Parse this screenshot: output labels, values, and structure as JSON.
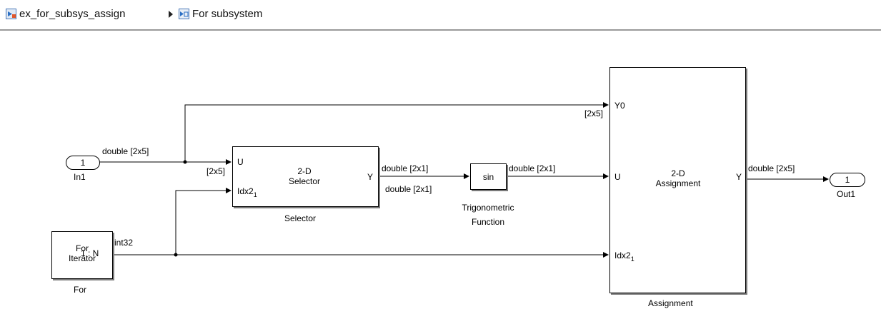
{
  "breadcrumb": {
    "model": "ex_for_subsys_assign",
    "subsystem": "For subsystem"
  },
  "blocks": {
    "in1": {
      "number": "1",
      "name": "In1"
    },
    "out1": {
      "number": "1",
      "name": "Out1"
    },
    "for_iterator": {
      "line1": "For",
      "line2": "Iterator",
      "range": "1 : N",
      "name": "For"
    },
    "selector": {
      "title1": "2-D",
      "title2": "Selector",
      "port_u": "U",
      "port_idx": "Idx2",
      "port_idx_sub": "1",
      "port_y": "Y",
      "name": "Selector"
    },
    "trig": {
      "label": "sin",
      "name1": "Trigonometric",
      "name2": "Function"
    },
    "assignment": {
      "title1": "2-D",
      "title2": "Assignment",
      "port_y0": "Y0",
      "port_u": "U",
      "port_idx": "Idx2",
      "port_idx_sub": "1",
      "port_y": "Y",
      "name": "Assignment"
    }
  },
  "signals": {
    "in1_out": "double [2x5]",
    "sel_u_dim": "[2x5]",
    "y0_dim": "[2x5]",
    "sel_out_top": "double [2x1]",
    "sel_out_bottom": "double [2x1]",
    "trig_out": "double [2x1]",
    "for_out": "int32",
    "assign_out": "double [2x5]"
  }
}
